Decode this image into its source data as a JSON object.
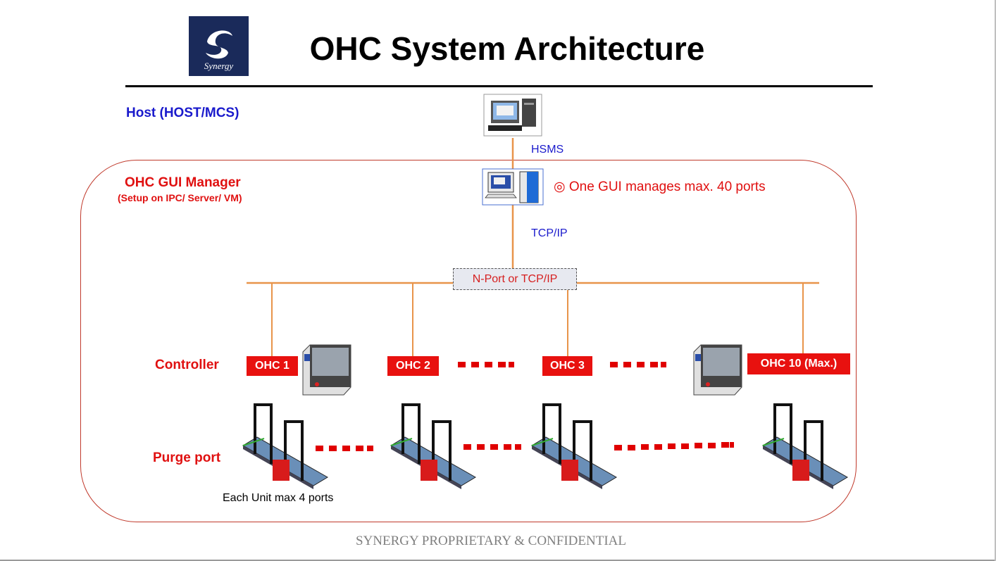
{
  "title": "OHC System Architecture",
  "logo_text": "Synergy",
  "host": {
    "label": "Host (HOST/MCS)"
  },
  "links": {
    "hsms": "HSMS",
    "tcpip": "TCP/IP",
    "bus": "N-Port or TCP/IP"
  },
  "gui_manager": {
    "title": "OHC GUI Manager",
    "subtitle": "(Setup on IPC/ Server/ VM)",
    "note": "◎ One GUI manages max. 40 ports"
  },
  "rows": {
    "controller": "Controller",
    "purge": "Purge port"
  },
  "controllers": [
    "OHC 1",
    "OHC 2",
    "OHC 3",
    "OHC 10 (Max.)"
  ],
  "purge_note": "Each Unit max  4 ports",
  "footer": "SYNERGY PROPRIETARY & CONFIDENTIAL",
  "colors": {
    "line": "#e8944a",
    "accent_red": "#e01010",
    "label_blue": "#1a1acc",
    "frame": "#c0392b"
  }
}
